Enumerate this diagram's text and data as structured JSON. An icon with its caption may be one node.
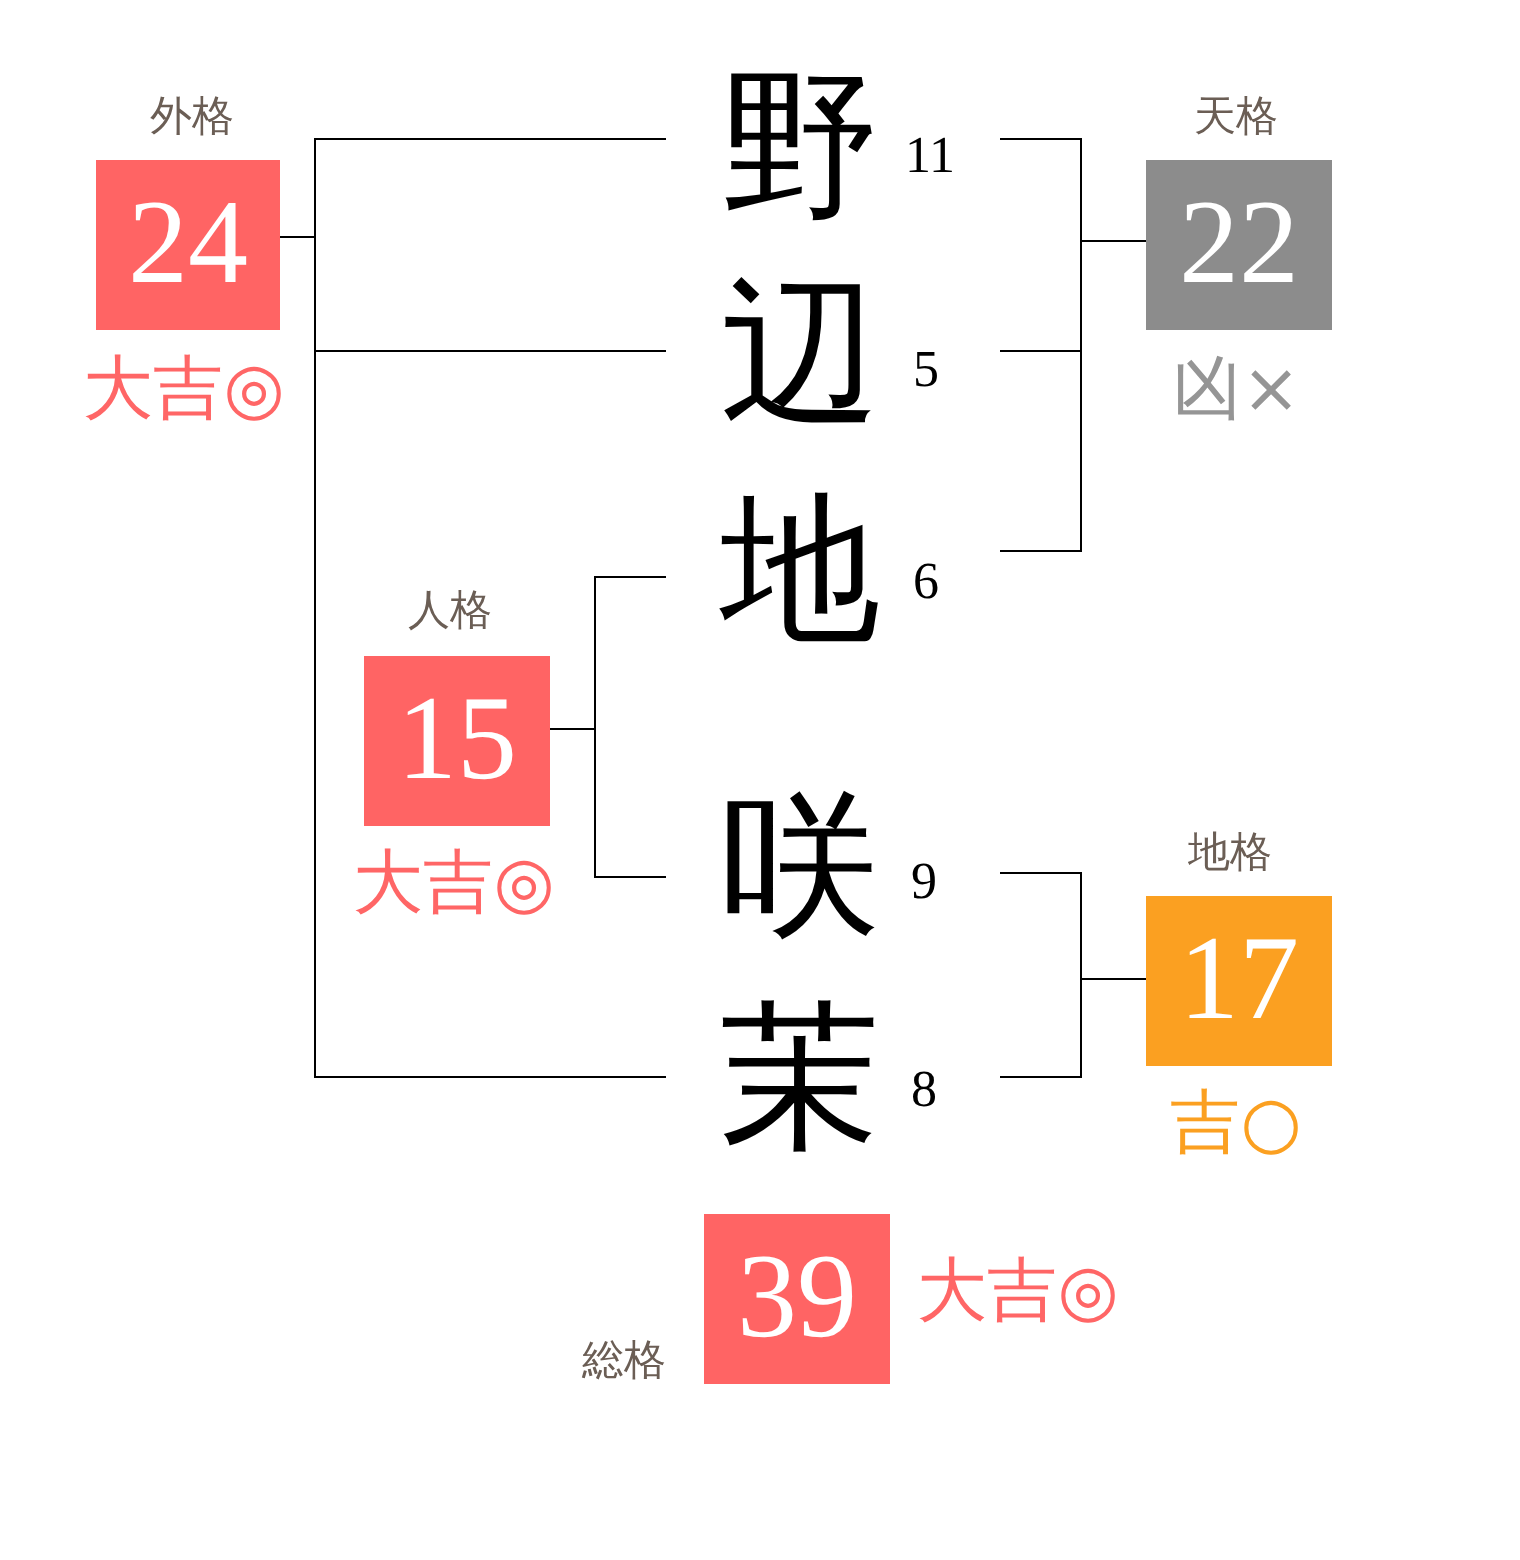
{
  "diagram": {
    "nodes": [
      {
        "text": [
          "外格",
          "24"
        ],
        "beside": [
          "大吉◎"
        ]
      },
      {
        "text": [
          "野"
        ],
        "beside": [
          "11"
        ]
      },
      {
        "text": [
          "天格",
          "22"
        ],
        "beside": [
          "凶×"
        ]
      },
      {
        "text": [
          "辺"
        ],
        "beside": [
          "5"
        ]
      },
      {
        "text": [
          "地"
        ],
        "beside": [
          "6"
        ]
      },
      {
        "text": [
          "人格",
          "15"
        ],
        "beside": [
          "大吉◎"
        ]
      },
      {
        "text": [
          "咲"
        ],
        "beside": [
          "9"
        ]
      },
      {
        "text": [
          "地格",
          "17"
        ],
        "beside": [
          "吉○"
        ]
      },
      {
        "text": [
          "茉"
        ],
        "beside": [
          "8"
        ]
      },
      {
        "text": [
          "総格",
          "39"
        ],
        "beside": [
          "大吉◎"
        ]
      }
    ],
    "edges": [
      {
        "from": 1,
        "to": 0,
        "arrow": "none"
      },
      {
        "from": 3,
        "to": 0,
        "arrow": "none"
      },
      {
        "from": 8,
        "to": 0,
        "arrow": "none"
      },
      {
        "from": 1,
        "to": 2,
        "arrow": "none"
      },
      {
        "from": 3,
        "to": 2,
        "arrow": "none"
      },
      {
        "from": 4,
        "to": 2,
        "arrow": "none"
      },
      {
        "from": 4,
        "to": 5,
        "arrow": "none"
      },
      {
        "from": 6,
        "to": 5,
        "arrow": "none"
      },
      {
        "from": 6,
        "to": 7,
        "arrow": "none"
      },
      {
        "from": 8,
        "to": 7,
        "arrow": "none"
      }
    ]
  }
}
